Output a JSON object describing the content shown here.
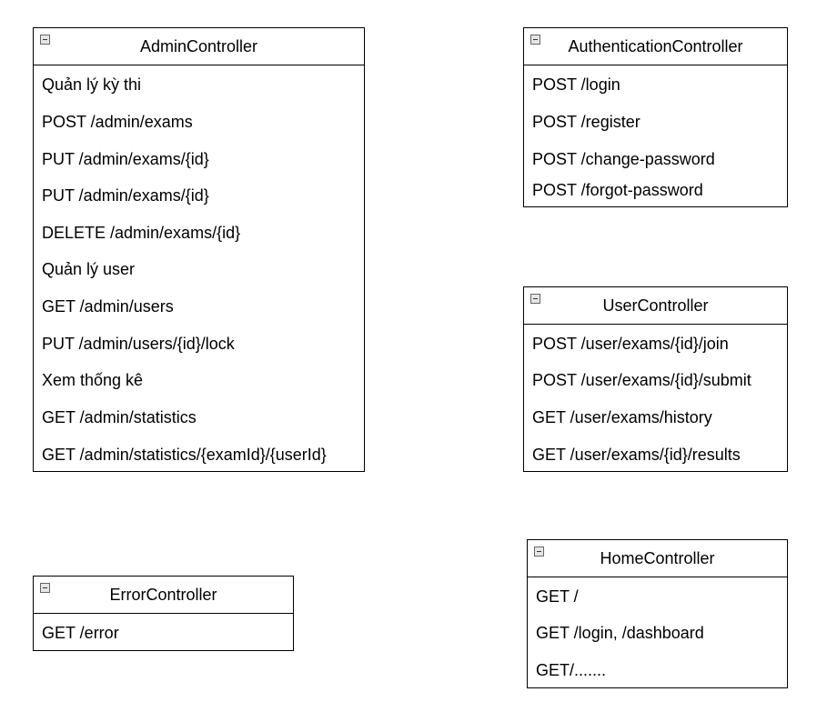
{
  "admin": {
    "title": "AdminController",
    "items": [
      "Quản lý kỳ thi",
      "POST /admin/exams",
      "PUT /admin/exams/{id}",
      "PUT /admin/exams/{id}",
      "DELETE /admin/exams/{id}",
      "Quản lý user",
      "GET /admin/users",
      "PUT /admin/users/{id}/lock",
      "Xem thống kê",
      "GET /admin/statistics",
      "GET /admin/statistics/{examId}/{userId}"
    ]
  },
  "auth": {
    "title": "AuthenticationController",
    "items": [
      "POST /login",
      "POST /register",
      "POST /change-password",
      "POST /forgot-password"
    ]
  },
  "user": {
    "title": "UserController",
    "items": [
      "POST /user/exams/{id}/join",
      "POST /user/exams/{id}/submit",
      "GET /user/exams/history",
      "GET /user/exams/{id}/results"
    ]
  },
  "error": {
    "title": "ErrorController",
    "items": [
      "GET /error"
    ]
  },
  "home": {
    "title": "HomeController",
    "items": [
      "GET /",
      "GET /login, /dashboard",
      "GET/......."
    ]
  }
}
